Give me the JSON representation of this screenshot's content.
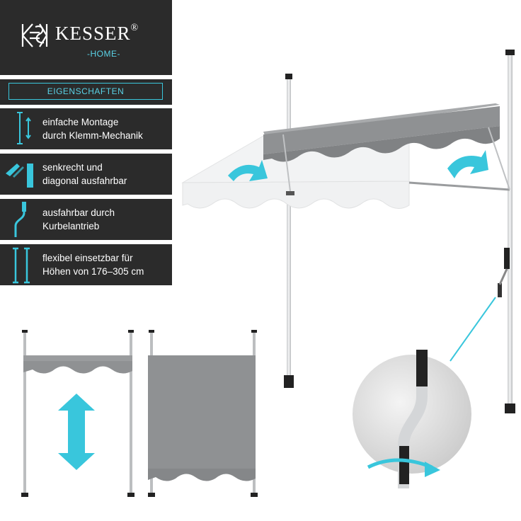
{
  "brand": {
    "name": "KESSER",
    "registered": "®",
    "sub": "-HOME-"
  },
  "properties_label": "EIGENSCHAFTEN",
  "features": [
    {
      "icon": "vertical-arrows-icon",
      "line1": "einfache Montage",
      "line2": "durch Klemm-Mechanik"
    },
    {
      "icon": "awning-angle-icon",
      "line1": "senkrecht und",
      "line2": "diagonal ausfahrbar"
    },
    {
      "icon": "crank-icon",
      "line1": "ausfahrbar durch",
      "line2": "Kurbelantrieb"
    },
    {
      "icon": "height-poles-icon",
      "line1": "flexibel einsetzbar für",
      "line2": "Höhen von 176–305 cm"
    }
  ],
  "colors": {
    "panel": "#2b2b2b",
    "accent": "#39c6dc",
    "fabric": "#8f9193",
    "pole": "#e6e8ea"
  }
}
